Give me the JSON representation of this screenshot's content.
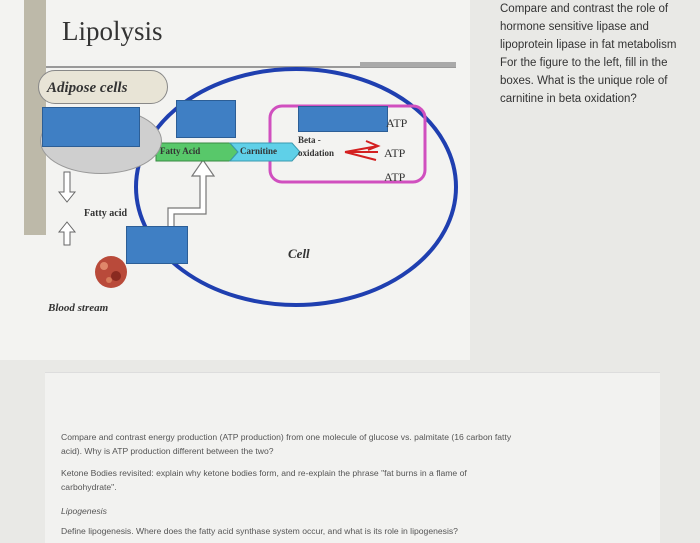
{
  "slide": {
    "title": "Lipolysis",
    "adipose_label": "Adipose cells",
    "fatty_acid_label": "Fatty acid",
    "blood_stream_label": "Blood stream",
    "cell_label": "Cell",
    "fatty_acid_box": "Fatty Acid",
    "carnitine_box": "Carnitine",
    "beta_oxidation_line1": "Beta -",
    "beta_oxidation_line2": "oxidation",
    "atp_1": "ATP",
    "atp_2": "ATP",
    "atp_3": "ATP",
    "colors": {
      "cell_outline": "#1f3fb0",
      "mito_outline": "#d04fbf",
      "blue_box": "#3f7fc4",
      "fatty_acid_green": "#58c86a",
      "carnitine_cyan": "#5fd0e8"
    }
  },
  "question_panel": {
    "lines": [
      "Compare and contrast the role of",
      "hormone sensitive lipase and",
      "lipoprotein lipase in fat metabolism",
      "For the figure to the left, fill in the",
      "boxes.  What is the unique role of",
      "carnitine in beta oxidation?"
    ]
  },
  "document": {
    "q1_line1": "Compare and contrast energy production (ATP production) from one molecule of glucose vs. palmitate (16 carbon fatty",
    "q1_line2": "acid).  Why is ATP production different between the two?",
    "q2_line1": "Ketone Bodies revisited:  explain why ketone bodies form, and re-explain the phrase \"fat burns in a flame of",
    "q2_line2": "carbohydrate\".",
    "section_heading": "Lipogenesis",
    "q3_line1": "Define lipogenesis.  Where does the fatty acid synthase system occur, and what is its role in lipogenesis?"
  }
}
